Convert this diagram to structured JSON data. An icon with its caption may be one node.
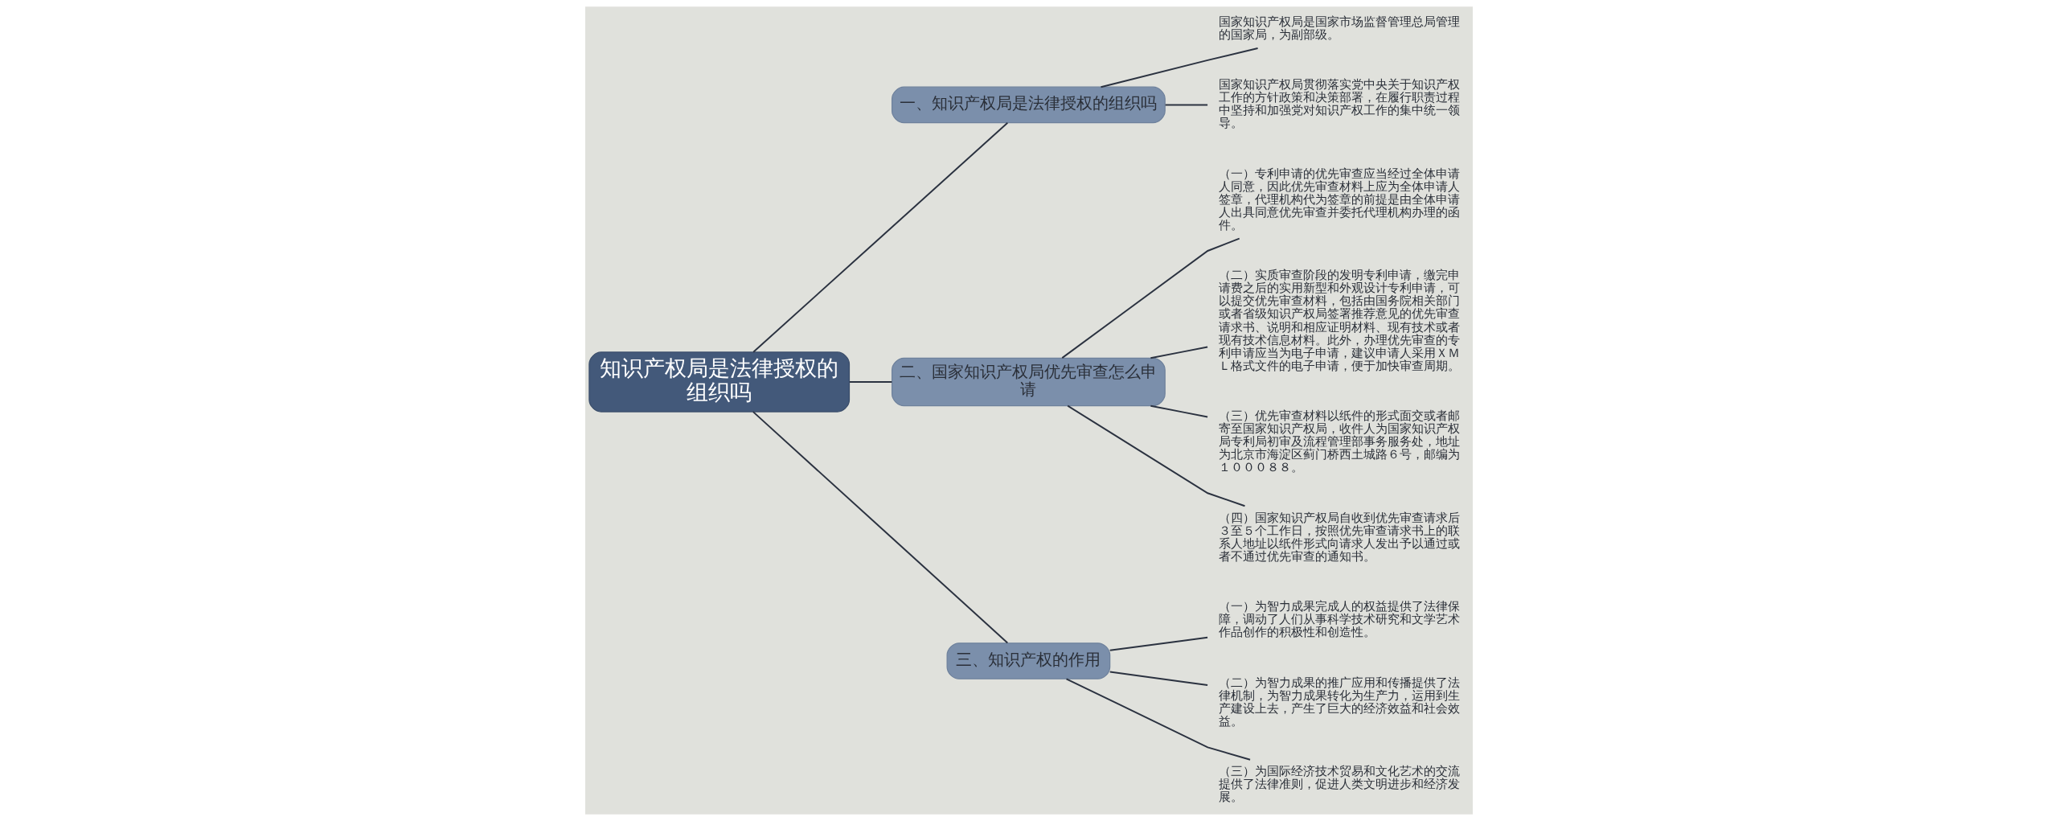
{
  "diagram": {
    "nodes": [
      {
        "text": [
          "知识产权局是法律授权的组织吗"
        ]
      },
      {
        "text": [
          "一、知识产权局是法律授权的组织吗"
        ]
      },
      {
        "text": [
          "国家知识产权局是国家市场监督管理总局管理的国家局，为副部级。"
        ]
      },
      {
        "text": [
          "国家知识产权局贯彻落实党中央关于知识产权工作的方针政策和决策部署，在履行职责过程中坚持和加强党对知识产权工作的集中统一领导。"
        ]
      },
      {
        "text": [
          "二、国家知识产权局优先审查怎么申请"
        ]
      },
      {
        "text": [
          "（一）专利申请的优先审查应当经过全体申请人同意，因此优先审查材料上应为全体申请人签章，代理机构代为签章的前提是由全体申请人出具同意优先审查并委托代理机构办理的函件。"
        ]
      },
      {
        "text": [
          "（二）实质审查阶段的发明专利申请，缴完申请费之后的实用新型和外观设计专利申请，可以提交优先审查材料，包括由国务院相关部门或者省级知识产权局签署推荐意见的优先审查请求书、说明和相应证明材料、现有技术或者现有技术信息材料。此外，办理优先审查的专利申请应当为电子申请，建议申请人采用ＸＭＬ格式文件的电子申请，便于加快审查周期。"
        ]
      },
      {
        "text": [
          "（三）优先审查材料以纸件的形式面交或者邮寄至国家知识产权局，收件人为国家知识产权局专利局初审及流程管理部事务服务处，地址为北京市海淀区蓟门桥西土城路６号，邮编为１０００８８。"
        ]
      },
      {
        "text": [
          "（四）国家知识产权局自收到优先审查请求后３至５个工作日，按照优先审查请求书上的联系人地址以纸件形式向请求人发出予以通过或者不通过优先审查的通知书。"
        ]
      },
      {
        "text": [
          "三、知识产权的作用"
        ]
      },
      {
        "text": [
          "（一）为智力成果完成人的权益提供了法律保障，调动了人们从事科学技术研究和文学艺术作品创作的积极性和创造性。"
        ]
      },
      {
        "text": [
          "（二）为智力成果的推广应用和传播提供了法律机制，为智力成果转化为生产力，运用到生产建设上去，产生了巨大的经济效益和社会效益。"
        ]
      },
      {
        "text": [
          "（三）为国际经济技术贸易和文化艺术的交流提供了法律准则，促进人类文明进步和经济发展。"
        ]
      }
    ],
    "edges": [
      {
        "from": 0,
        "to": 1,
        "arrow": "none"
      },
      {
        "from": 1,
        "to": 2,
        "arrow": "none"
      },
      {
        "from": 1,
        "to": 3,
        "arrow": "none"
      },
      {
        "from": 0,
        "to": 4,
        "arrow": "none"
      },
      {
        "from": 4,
        "to": 5,
        "arrow": "none"
      },
      {
        "from": 4,
        "to": 6,
        "arrow": "none"
      },
      {
        "from": 4,
        "to": 7,
        "arrow": "none"
      },
      {
        "from": 4,
        "to": 8,
        "arrow": "none"
      },
      {
        "from": 0,
        "to": 9,
        "arrow": "none"
      },
      {
        "from": 9,
        "to": 10,
        "arrow": "none"
      },
      {
        "from": 9,
        "to": 11,
        "arrow": "none"
      },
      {
        "from": 9,
        "to": 12,
        "arrow": "none"
      }
    ]
  }
}
